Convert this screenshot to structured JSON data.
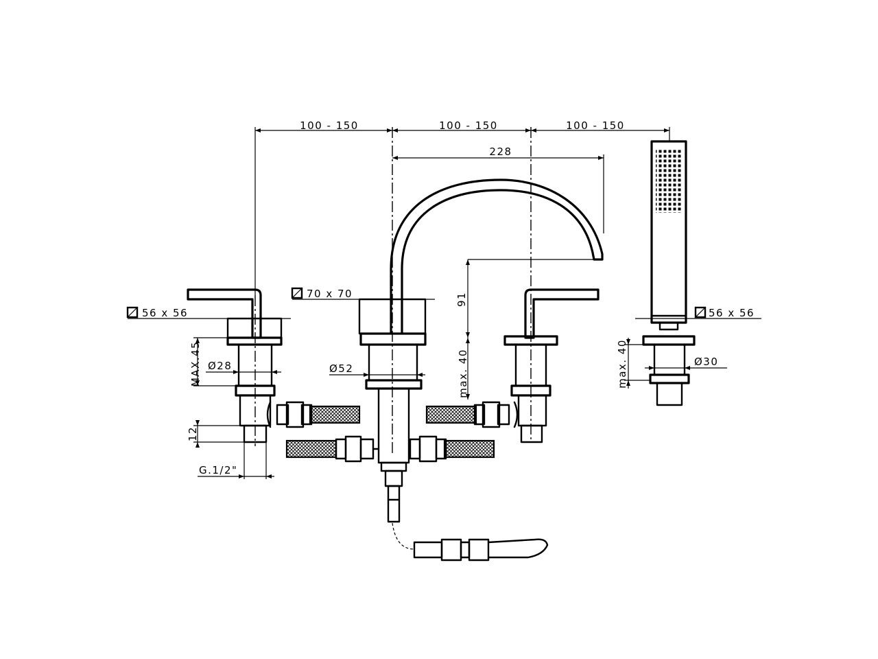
{
  "dimensions": {
    "spacing_left": "100 - 150",
    "spacing_middle": "100 - 150",
    "spacing_right": "100 - 150",
    "spout_reach": "228",
    "spout_height": "91",
    "square_left": "56 x 56",
    "square_center": "70 x 70",
    "square_right": "56 x 56",
    "max_45": "MAX.45",
    "dia_28": "Ø28",
    "dia_52": "Ø52",
    "max_40_center": "max. 40",
    "max_40_right": "max. 40",
    "dia_30": "Ø30",
    "thread_len": "12",
    "thread": "G.1/2\""
  },
  "icons": {
    "square_symbol": "square-section-icon",
    "diameter_symbol": "Ø"
  },
  "colors": {
    "line": "#000000",
    "background": "#ffffff"
  }
}
